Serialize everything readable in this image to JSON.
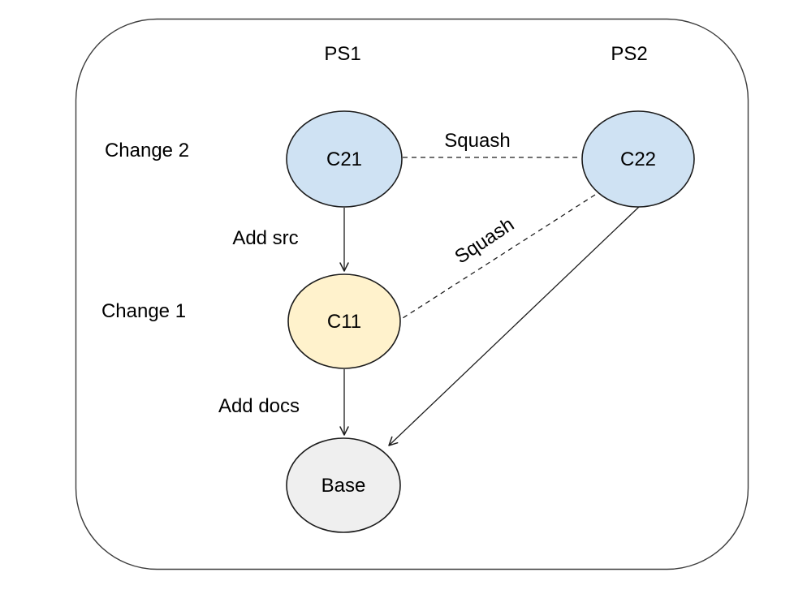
{
  "diagram": {
    "columns": [
      {
        "id": "ps1",
        "label": "PS1"
      },
      {
        "id": "ps2",
        "label": "PS2"
      }
    ],
    "rows": [
      {
        "id": "change-2",
        "label": "Change 2"
      },
      {
        "id": "change-1",
        "label": "Change 1"
      }
    ],
    "nodes": [
      {
        "id": "c21",
        "label": "C21",
        "fill": "#cfe2f3"
      },
      {
        "id": "c22",
        "label": "C22",
        "fill": "#cfe2f3"
      },
      {
        "id": "c11",
        "label": "C11",
        "fill": "#fff2cc"
      },
      {
        "id": "base",
        "label": "Base",
        "fill": "#efefef"
      }
    ],
    "edges": [
      {
        "id": "c21-c11",
        "from": "C21",
        "to": "C11",
        "label": "Add src",
        "style": "solid-arrow"
      },
      {
        "id": "c11-base",
        "from": "C11",
        "to": "Base",
        "label": "Add docs",
        "style": "solid-arrow"
      },
      {
        "id": "c22-base",
        "from": "C22",
        "to": "Base",
        "label": "",
        "style": "solid-arrow"
      },
      {
        "id": "c21-c22",
        "from": "C21",
        "to": "C22",
        "label": "Squash",
        "style": "dashed"
      },
      {
        "id": "c22-c11",
        "from": "C22",
        "to": "C11",
        "label": "Squash",
        "style": "dashed"
      }
    ],
    "colors": {
      "node_blue": "#cfe2f3",
      "node_yellow": "#fff2cc",
      "node_gray": "#efefef",
      "outline": "#1c1c1c",
      "boundary": "#3d3d3d",
      "text": "#000000",
      "background": "#ffffff"
    }
  }
}
